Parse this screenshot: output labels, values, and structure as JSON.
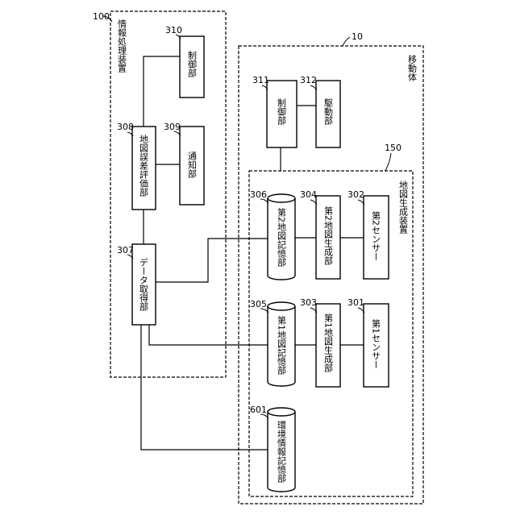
{
  "labels": {
    "sys100_ref": "100",
    "sys100_name": "情報処理装置",
    "body10_ref": "10",
    "body10_name": "移動体",
    "gen150_ref": "150",
    "gen150_name": "地図生成装置"
  },
  "blocks": {
    "b310": {
      "ref": "310",
      "name": "制御部"
    },
    "b308": {
      "ref": "308",
      "name": "地図誤差評価部"
    },
    "b309": {
      "ref": "309",
      "name": "通知部"
    },
    "b307": {
      "ref": "307",
      "name": "データ取得部"
    },
    "b311": {
      "ref": "311",
      "name": "制御部"
    },
    "b312": {
      "ref": "312",
      "name": "駆動部"
    },
    "b306": {
      "ref": "306",
      "name": "第2地図記憶部"
    },
    "b304": {
      "ref": "304",
      "name": "第2地図生成部"
    },
    "b302": {
      "ref": "302",
      "name": "第2センサー"
    },
    "b305": {
      "ref": "305",
      "name": "第1地図記憶部"
    },
    "b303": {
      "ref": "303",
      "name": "第1地図生成部"
    },
    "b301": {
      "ref": "301",
      "name": "第1センサー"
    },
    "b601": {
      "ref": "601",
      "name": "環境情報記憶部"
    }
  }
}
